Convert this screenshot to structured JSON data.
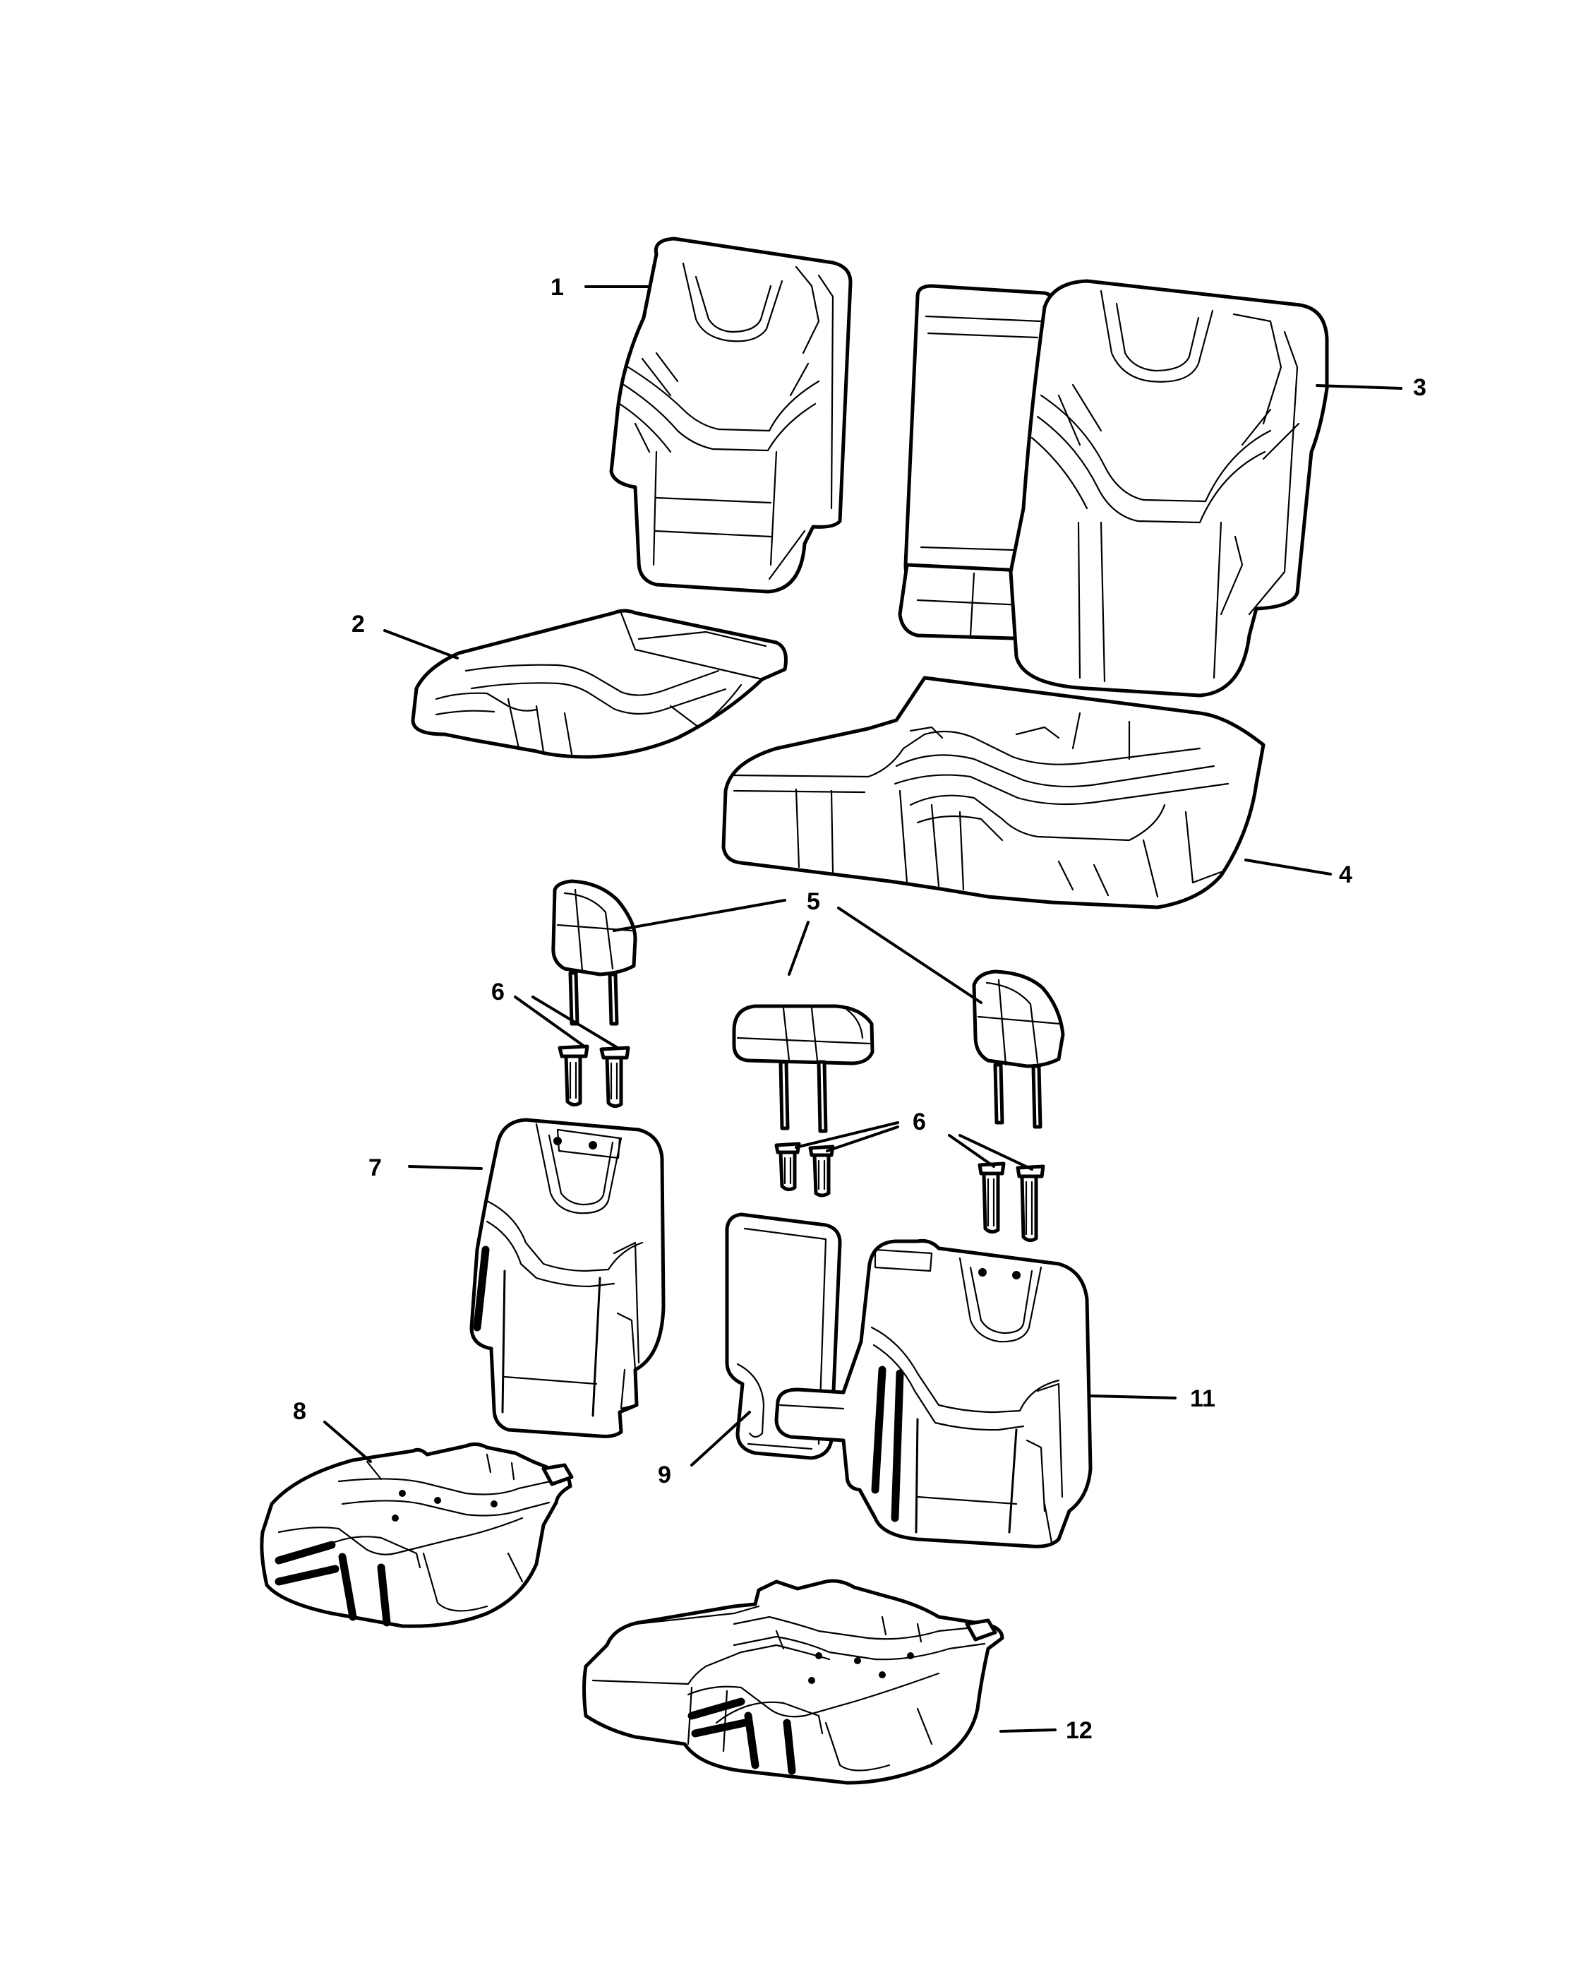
{
  "callouts": {
    "c1": "1",
    "c2": "2",
    "c3": "3",
    "c4": "4",
    "c5": "5",
    "c6a": "6",
    "c6b": "6",
    "c7": "7",
    "c8": "8",
    "c9": "9",
    "c11": "11",
    "c12": "12"
  }
}
